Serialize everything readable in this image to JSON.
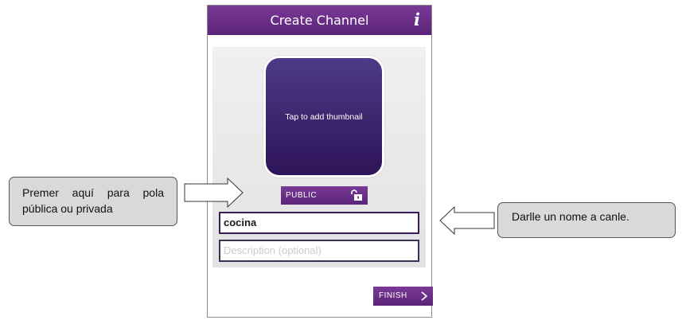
{
  "header": {
    "title": "Create Channel",
    "info_icon": "i"
  },
  "thumbnail": {
    "label": "Tap to add thumbnail"
  },
  "visibility": {
    "label": "PUBLIC",
    "icon": "unlock-icon"
  },
  "form": {
    "name_value": "cocina",
    "description_placeholder": "Description (optional)"
  },
  "footer": {
    "finish_label": "FINISH",
    "icon": "chevron-right-icon"
  },
  "annotations": {
    "left": "Premer aquí para pola pública ou privada",
    "right": "Darlle un nome a canle."
  },
  "colors": {
    "accent": "#6a2c88",
    "thumbnail_bg": "#3b2270",
    "callout_bg": "#d9d9d9"
  }
}
